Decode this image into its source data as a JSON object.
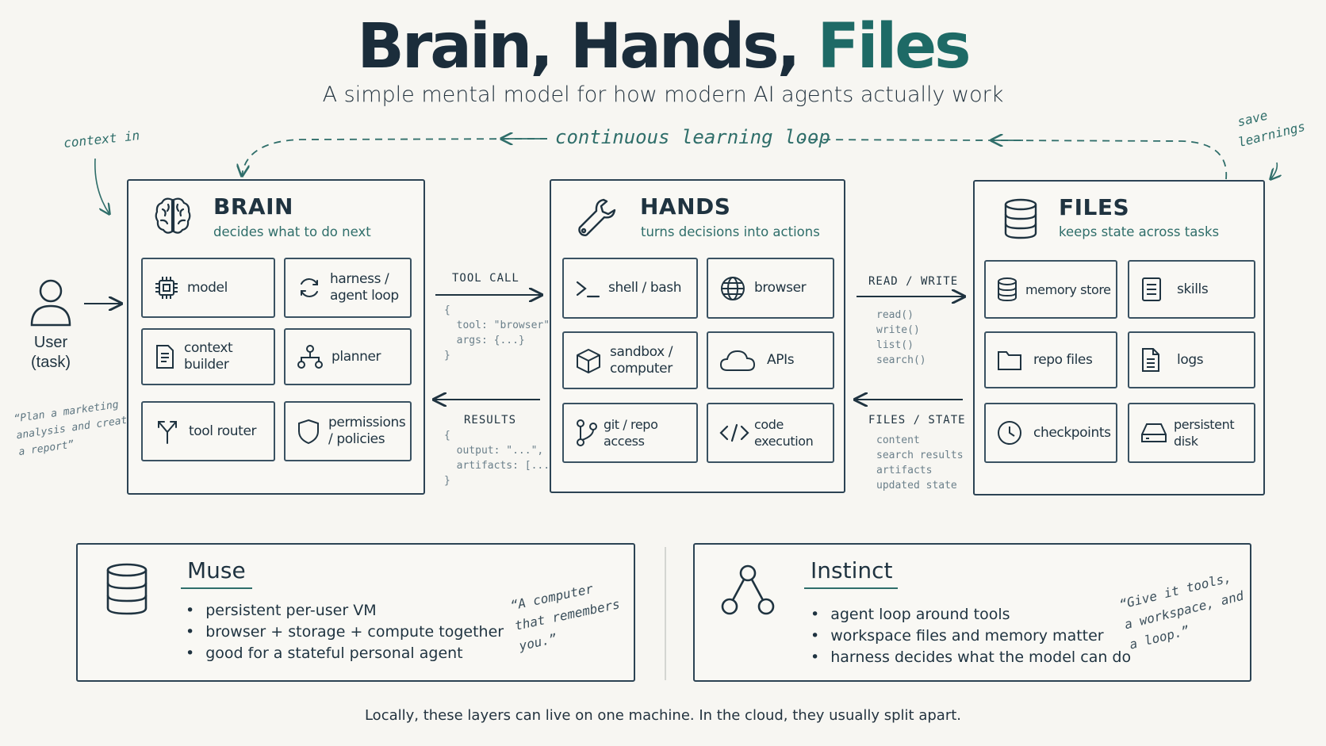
{
  "title": {
    "part1": "Brain, Hands, ",
    "part2": "Files"
  },
  "subtitle": "A simple mental model for how modern AI agents actually work",
  "loop": {
    "label": "continuous learning loop",
    "context_in": "context in",
    "save": [
      "save",
      "learnings"
    ]
  },
  "user": {
    "line1": "User",
    "line2": "(task)",
    "quote": [
      "“Plan a marketing",
      "analysis and create",
      "a report”"
    ]
  },
  "brain": {
    "title": "BRAIN",
    "subtitle": "decides what to do next",
    "tiles": [
      {
        "label": "model",
        "icon": "chip-icon"
      },
      {
        "label": "harness / agent loop",
        "icon": "refresh-icon"
      },
      {
        "label": "context builder",
        "icon": "document-icon"
      },
      {
        "label": "planner",
        "icon": "tree-icon"
      },
      {
        "label": "tool router",
        "icon": "fork-arrow-icon"
      },
      {
        "label": "permissions / policies",
        "icon": "shield-icon"
      }
    ]
  },
  "hands": {
    "title": "HANDS",
    "subtitle": "turns decisions into actions",
    "tiles": [
      {
        "label": "shell / bash",
        "icon": "terminal-icon"
      },
      {
        "label": "browser",
        "icon": "globe-icon"
      },
      {
        "label": "sandbox / computer",
        "icon": "cube-icon"
      },
      {
        "label": "APIs",
        "icon": "cloud-icon"
      },
      {
        "label": "git / repo access",
        "icon": "git-branch-icon"
      },
      {
        "label": "code execution",
        "icon": "code-icon"
      }
    ]
  },
  "files": {
    "title": "FILES",
    "subtitle": "keeps state across tasks",
    "tiles": [
      {
        "label": "memory store",
        "icon": "database-icon"
      },
      {
        "label": "skills",
        "icon": "list-doc-icon"
      },
      {
        "label": "repo files",
        "icon": "folder-icon"
      },
      {
        "label": "logs",
        "icon": "log-doc-icon"
      },
      {
        "label": "checkpoints",
        "icon": "clock-icon"
      },
      {
        "label": "persistent disk",
        "icon": "disk-icon"
      }
    ]
  },
  "connectors": {
    "tool_call": "TOOL CALL",
    "tool_call_code": "{\n  tool: \"browser\",\n  args: {...}\n}",
    "results": "RESULTS",
    "results_code": "{\n  output: \"...\",\n  artifacts: [...]\n}",
    "read_write": "READ / WRITE",
    "read_write_code": "read()\nwrite()\nlist()\nsearch()",
    "files_state": "FILES / STATE",
    "files_state_code": "content\nsearch results\nartifacts\nupdated state"
  },
  "muse": {
    "title": "Muse",
    "bullets": [
      "persistent per-user VM",
      "browser + storage + compute together",
      "good for a stateful personal agent"
    ],
    "quote": [
      "“A computer",
      "that remembers",
      "you.”"
    ]
  },
  "instinct": {
    "title": "Instinct",
    "bullets": [
      "agent loop around tools",
      "workspace files and memory matter",
      "harness decides what the model can do"
    ],
    "quote": [
      "“Give it tools,",
      "a workspace, and",
      "a loop.”"
    ]
  },
  "footer": "Locally, these layers can live on one machine. In the cloud, they usually split apart.",
  "colors": {
    "ink": "#1f3340",
    "accent": "#2f6e6a",
    "background": "#f7f6f2"
  }
}
